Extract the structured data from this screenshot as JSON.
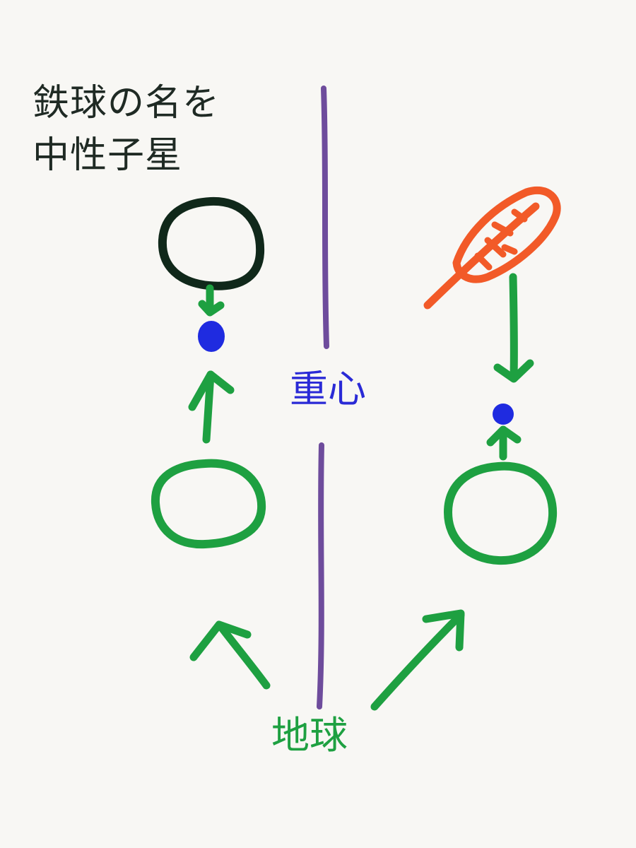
{
  "title": {
    "line1": "鉄球の名を",
    "line2": "中性子星"
  },
  "labels": {
    "center_of_mass": "重心",
    "earth": "地球"
  },
  "colors": {
    "background": "#f8f7f4",
    "title_text": "#1f2a24",
    "divider": "#6e4c9c",
    "iron_ball": "#10281a",
    "feather": "#f25a28",
    "earth": "#1ea041",
    "center_of_mass": "#1f2be0",
    "center_label": "#2a2ad6"
  },
  "icons": {
    "iron_ball": "iron-ball-circle-icon",
    "feather": "feather-icon",
    "earth_left": "earth-circle-icon",
    "earth_right": "earth-circle-icon",
    "center_dot_left": "center-of-mass-dot-icon",
    "center_dot_right": "center-of-mass-dot-icon"
  }
}
